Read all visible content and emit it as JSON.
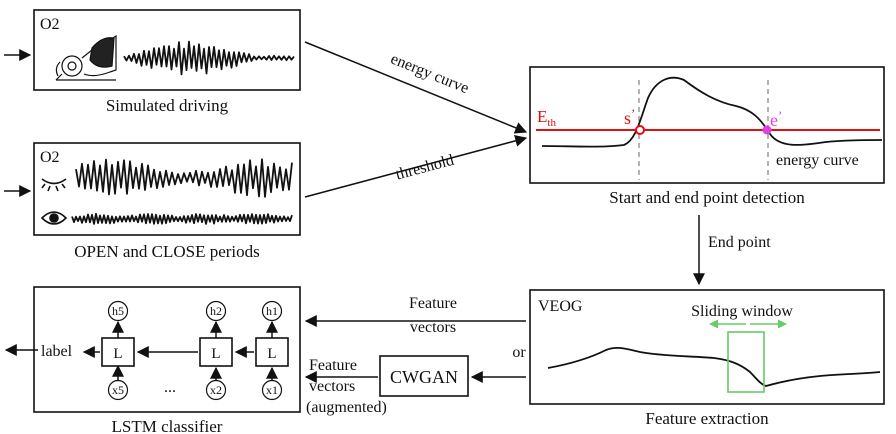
{
  "panels": {
    "simulated": {
      "tag": "O2",
      "caption": "Simulated driving"
    },
    "openclose": {
      "tag": "O2",
      "caption": "OPEN and CLOSE periods"
    },
    "detection": {
      "eth_main": "E",
      "eth_sub": "th",
      "s_label": "s",
      "s_prime": "’",
      "e_label": "e",
      "e_prime": "’",
      "curve_label": "energy curve",
      "caption": "Start and end point detection"
    },
    "extraction": {
      "tag": "VEOG",
      "window_label": "Sliding window",
      "caption": "Feature extraction"
    },
    "lstm": {
      "caption": "LSTM classifier",
      "output_label": "label",
      "cell_label": "L",
      "ellipsis": "...",
      "tops": [
        "h5",
        "h2",
        "h1"
      ],
      "bottoms": [
        "x5",
        "x2",
        "x1"
      ]
    },
    "cwgan": {
      "label": "CWGAN"
    }
  },
  "arrows": {
    "energy_curve": "energy curve",
    "threshold": "threshold",
    "end_point": "End point",
    "feature_vectors_1": "Feature",
    "feature_vectors_2": "vectors",
    "or": "or",
    "augmented_1": "Feature",
    "augmented_2": "vectors",
    "augmented_3": "(augmented)"
  },
  "colors": {
    "threshold": "#e01010",
    "marker_s": "#e01010",
    "marker_e": "#e040e0",
    "window": "#66cc66",
    "ink": "#111111"
  }
}
